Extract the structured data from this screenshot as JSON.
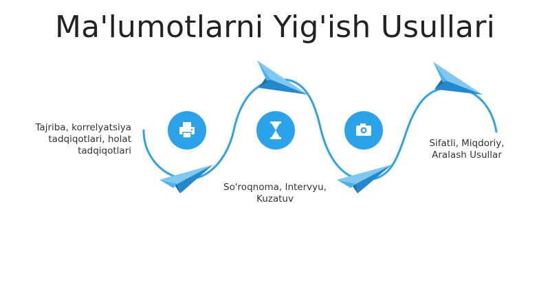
{
  "title": "Ma'lumotlarni Yig'ish Usullari",
  "colors": {
    "accent": "#2aa3ea",
    "plane_light": "#7fc8f2",
    "plane_mid": "#4fb1ec",
    "plane_dark": "#2389cf",
    "curve": "#2aa3ea",
    "text": "#333333"
  },
  "steps": [
    {
      "icon": "printer-icon",
      "label": "Tajriba, korrelyatsiya tadqiqotlari, holat tadqiqotlari"
    },
    {
      "icon": "hourglass-icon",
      "label": "So'roqnoma, Intervyu, Kuzatuv"
    },
    {
      "icon": "camera-icon",
      "label": "Sifatli, Miqdoriy, Aralash Usullar"
    }
  ]
}
